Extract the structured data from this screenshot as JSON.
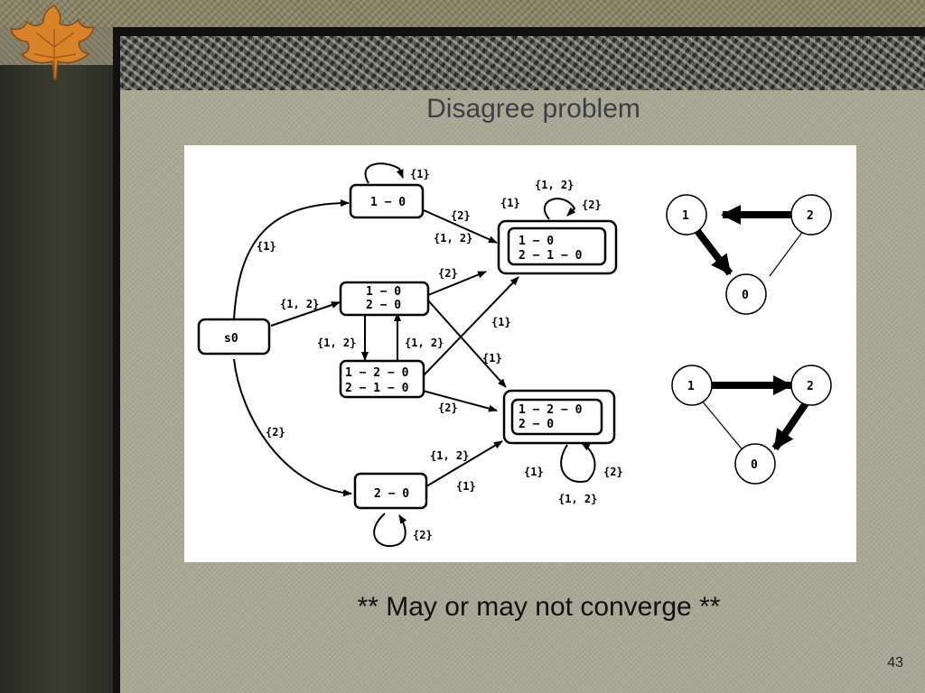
{
  "slide": {
    "title": "Disagree problem",
    "footer": "** May or may not converge **",
    "page_number": "43"
  },
  "diagram": {
    "states": {
      "s0": "s0",
      "a": "1 − 0",
      "b1": "1 − 0",
      "b2": "2 − 0",
      "c1": "1 − 2 − 0",
      "c2": "2 − 1 − 0",
      "d": "2 − 0",
      "e1": "1 − 0",
      "e2": "2 − 1 − 0",
      "f1": "1 − 2 − 0",
      "f2": "2 − 0"
    },
    "edge_labels": {
      "s0_a": "{1}",
      "s0_b": "{1, 2}",
      "s0_d": "{2}",
      "a_loop": "{1}",
      "a_e_1": "{2}",
      "a_e_2": "{1, 2}",
      "b_e": "{2}",
      "b_c": "{1, 2}",
      "c_b": "{1, 2}",
      "b_f": "{1}",
      "c_e": "{1}",
      "c_f": "{2}",
      "d_f_1": "{1, 2}",
      "d_f_2": "{1}",
      "d_loop": "{2}",
      "e_loop_top": "{1, 2}",
      "e_loop_left": "{1}",
      "e_loop_right": "{2}",
      "f_loop_left": "{1}",
      "f_loop_right": "{2}",
      "f_loop_bottom": "{1, 2}"
    },
    "graph_top": {
      "n1": "1",
      "n2": "2",
      "n0": "0"
    },
    "graph_bottom": {
      "n1": "1",
      "n2": "2",
      "n0": "0"
    }
  },
  "colors": {
    "title": "#3d3d44",
    "diagram_bg": "#ffffff",
    "frame": "#111111"
  }
}
